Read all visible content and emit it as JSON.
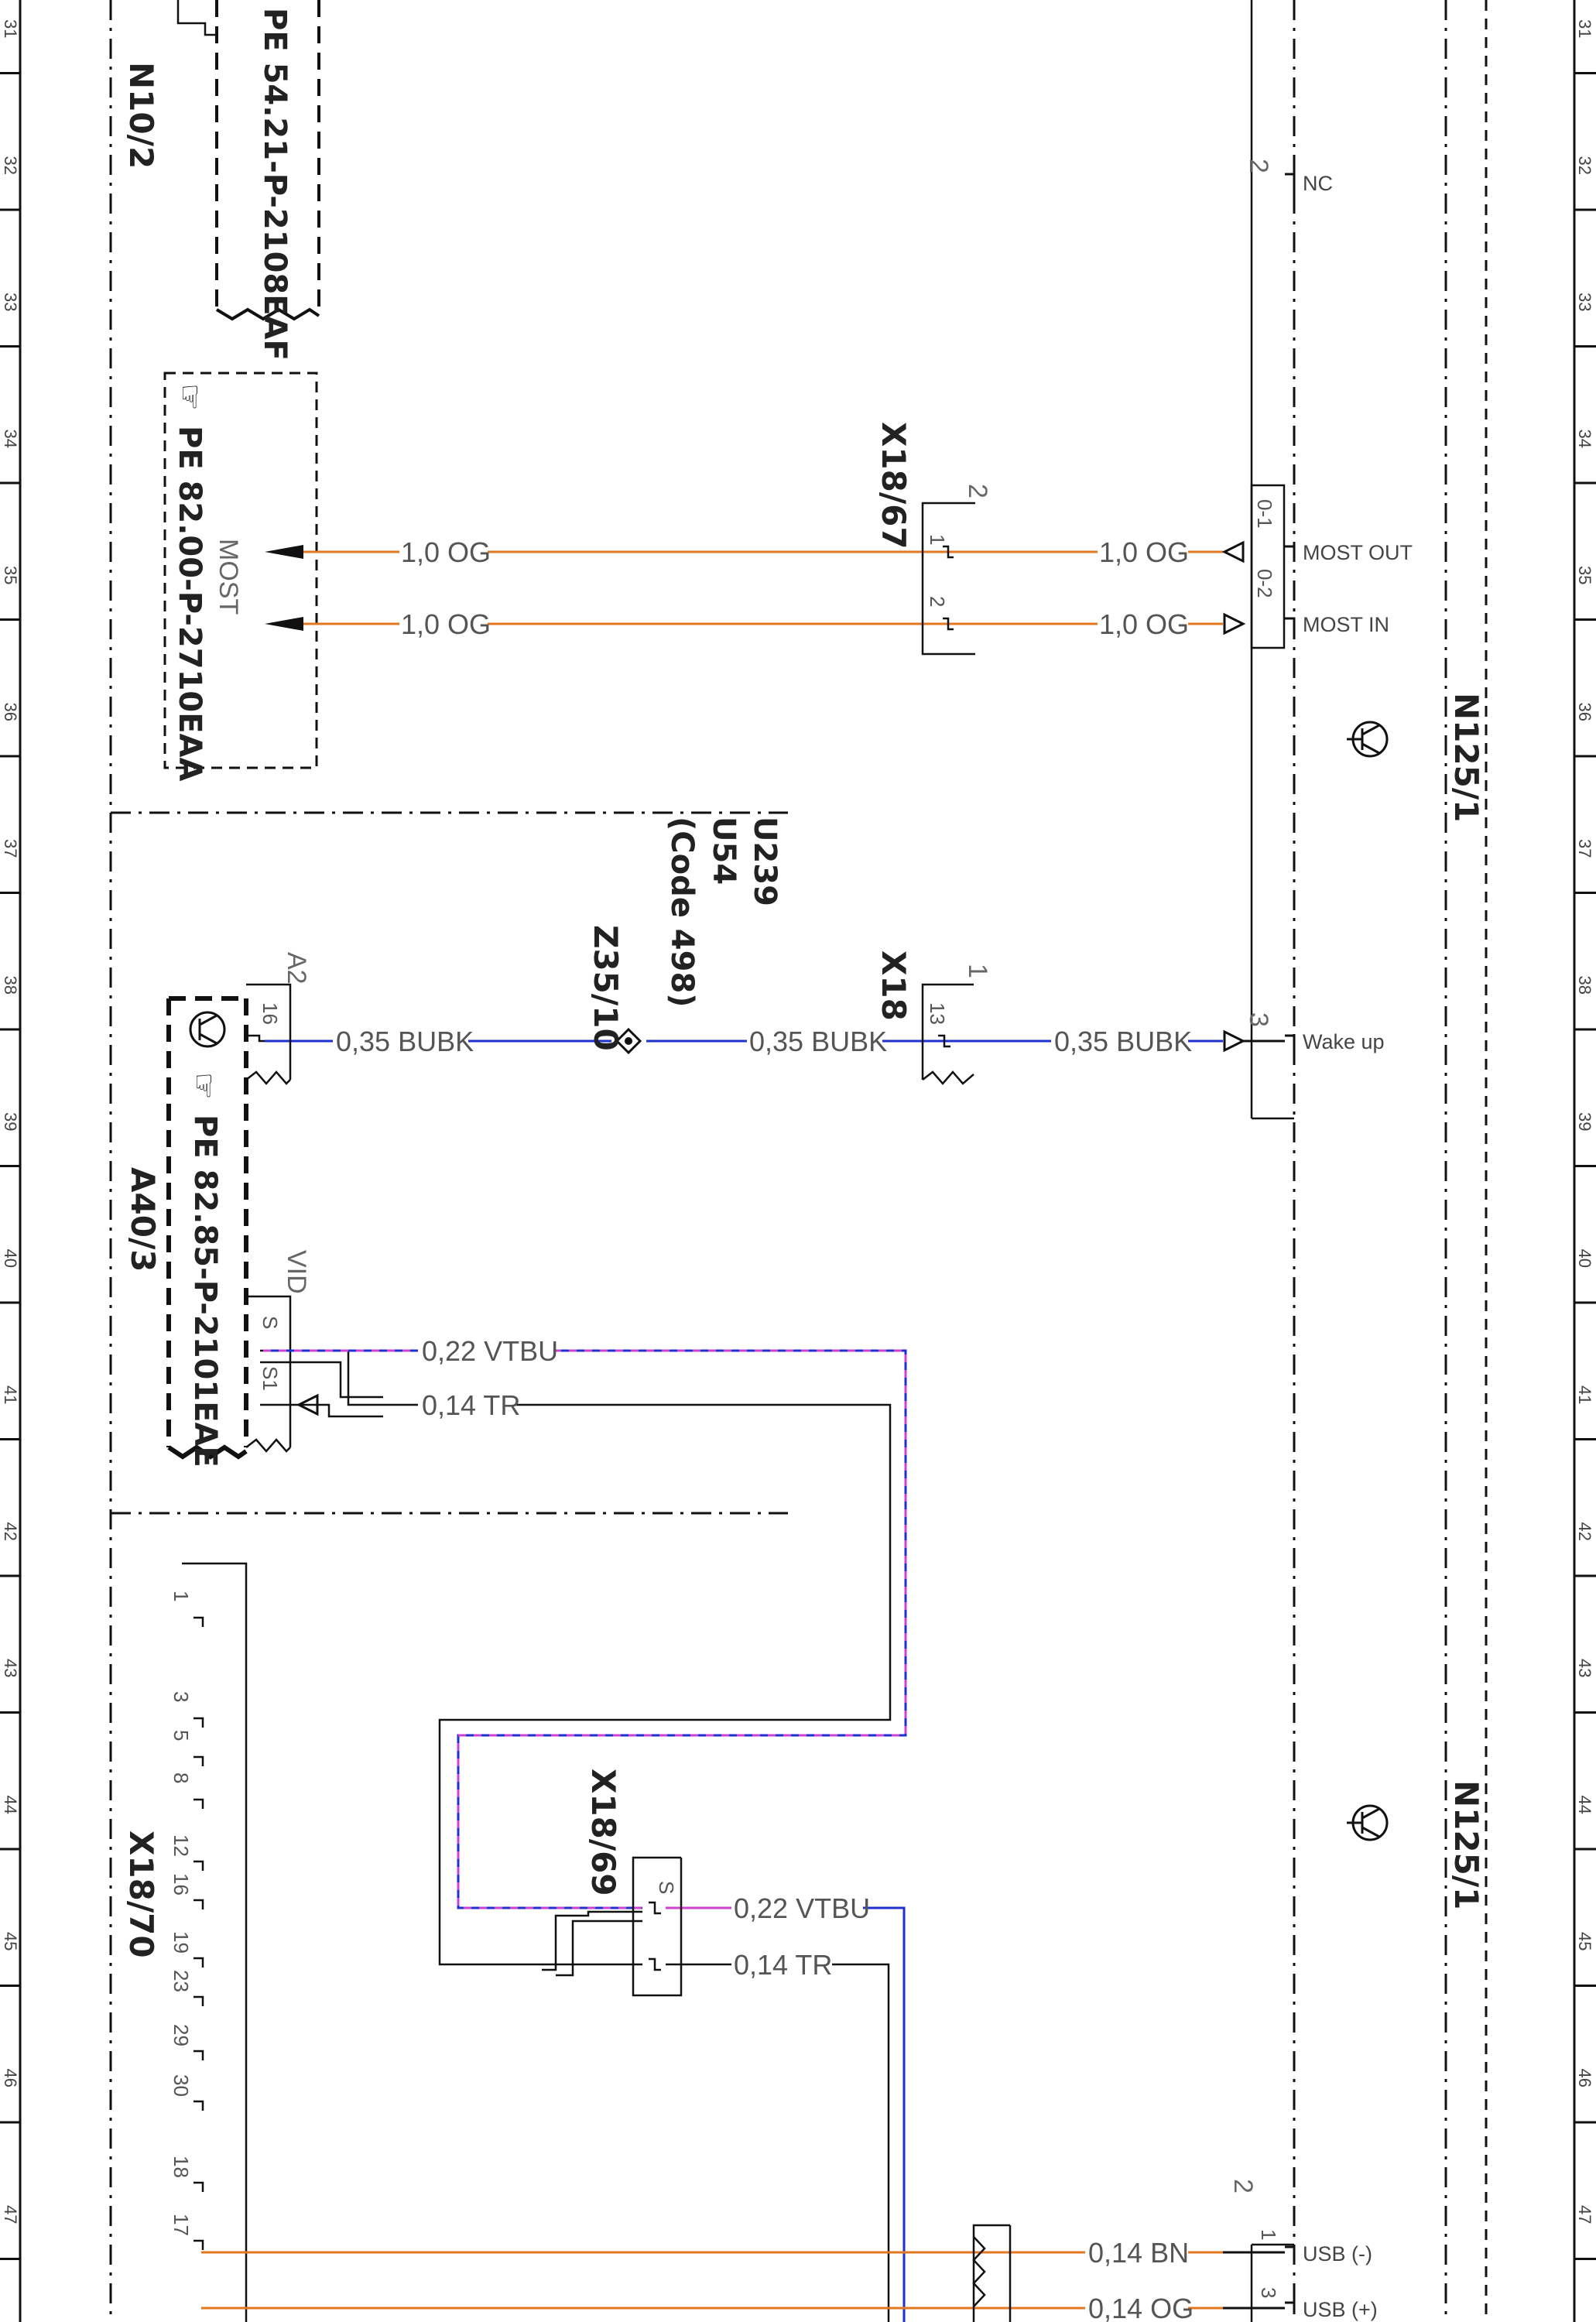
{
  "grid": {
    "numbers": [
      "31",
      "32",
      "33",
      "34",
      "35",
      "36",
      "37",
      "38",
      "39",
      "40",
      "41",
      "42",
      "43",
      "44",
      "45",
      "46",
      "47"
    ]
  },
  "components": {
    "n10_2": {
      "id": "N10/2",
      "ref": "PE 54.21-P-2108EAF"
    },
    "most_ref": {
      "ref": "PE 82.00-P-2710EAA",
      "label": "MOST"
    },
    "x18_67": {
      "id": "X18/67",
      "pin_top": "2",
      "pin1": "1",
      "pin2": "2"
    },
    "n125_1_top": {
      "id": "N125/1"
    },
    "n125_1_bottom": {
      "id": "N125/1"
    },
    "codes": {
      "u239": "U239",
      "u54": "U54",
      "code498": "(Code 498)"
    },
    "z35_10": {
      "id": "Z35/10"
    },
    "x18": {
      "id": "X18",
      "pin_top": "1",
      "pin": "13"
    },
    "a40_3": {
      "id": "A40/3",
      "ref": "PE 82.85-P-2101EAE",
      "a2": "A2",
      "pin16": "16",
      "vid": "VID",
      "s": "S",
      "s1": "S1"
    },
    "x18_69": {
      "id": "X18/69",
      "pin_s": "S"
    },
    "x18_70": {
      "id": "X18/70",
      "pins": [
        "1",
        "3",
        "5",
        "8",
        "12",
        "16",
        "19",
        "23",
        "29",
        "30",
        "18",
        "17"
      ]
    },
    "n125_pins": {
      "nc_pin": "2",
      "nc_label": "NC",
      "most_out": "MOST OUT",
      "most_in": "MOST IN",
      "box_l": "0-1",
      "box_r": "0-2",
      "wake_pin": "3",
      "wake_label": "Wake up",
      "usb_top": "2",
      "usb_minus_pin": "1",
      "usb_minus": "USB (-)",
      "usb_plus_pin": "3",
      "usb_plus": "USB (+)"
    }
  },
  "wires": {
    "og_left_1": "1,0 OG",
    "og_left_2": "1,0 OG",
    "og_right_1": "1,0 OG",
    "og_right_2": "1,0 OG",
    "bubk_1": "0,35 BUBK",
    "bubk_2": "0,35 BUBK",
    "bubk_3": "0,35 BUBK",
    "vtbu_1": "0,22 VTBU",
    "tr_1": "0,14 TR",
    "vtbu_2": "0,22 VTBU",
    "tr_2": "0,14 TR",
    "bn": "0,14 BN",
    "og_usb": "0,14 OG"
  },
  "colors": {
    "orange": "#e2781f",
    "blue": "#1f2fd0",
    "violet": "#d040d0",
    "black": "#111111"
  }
}
